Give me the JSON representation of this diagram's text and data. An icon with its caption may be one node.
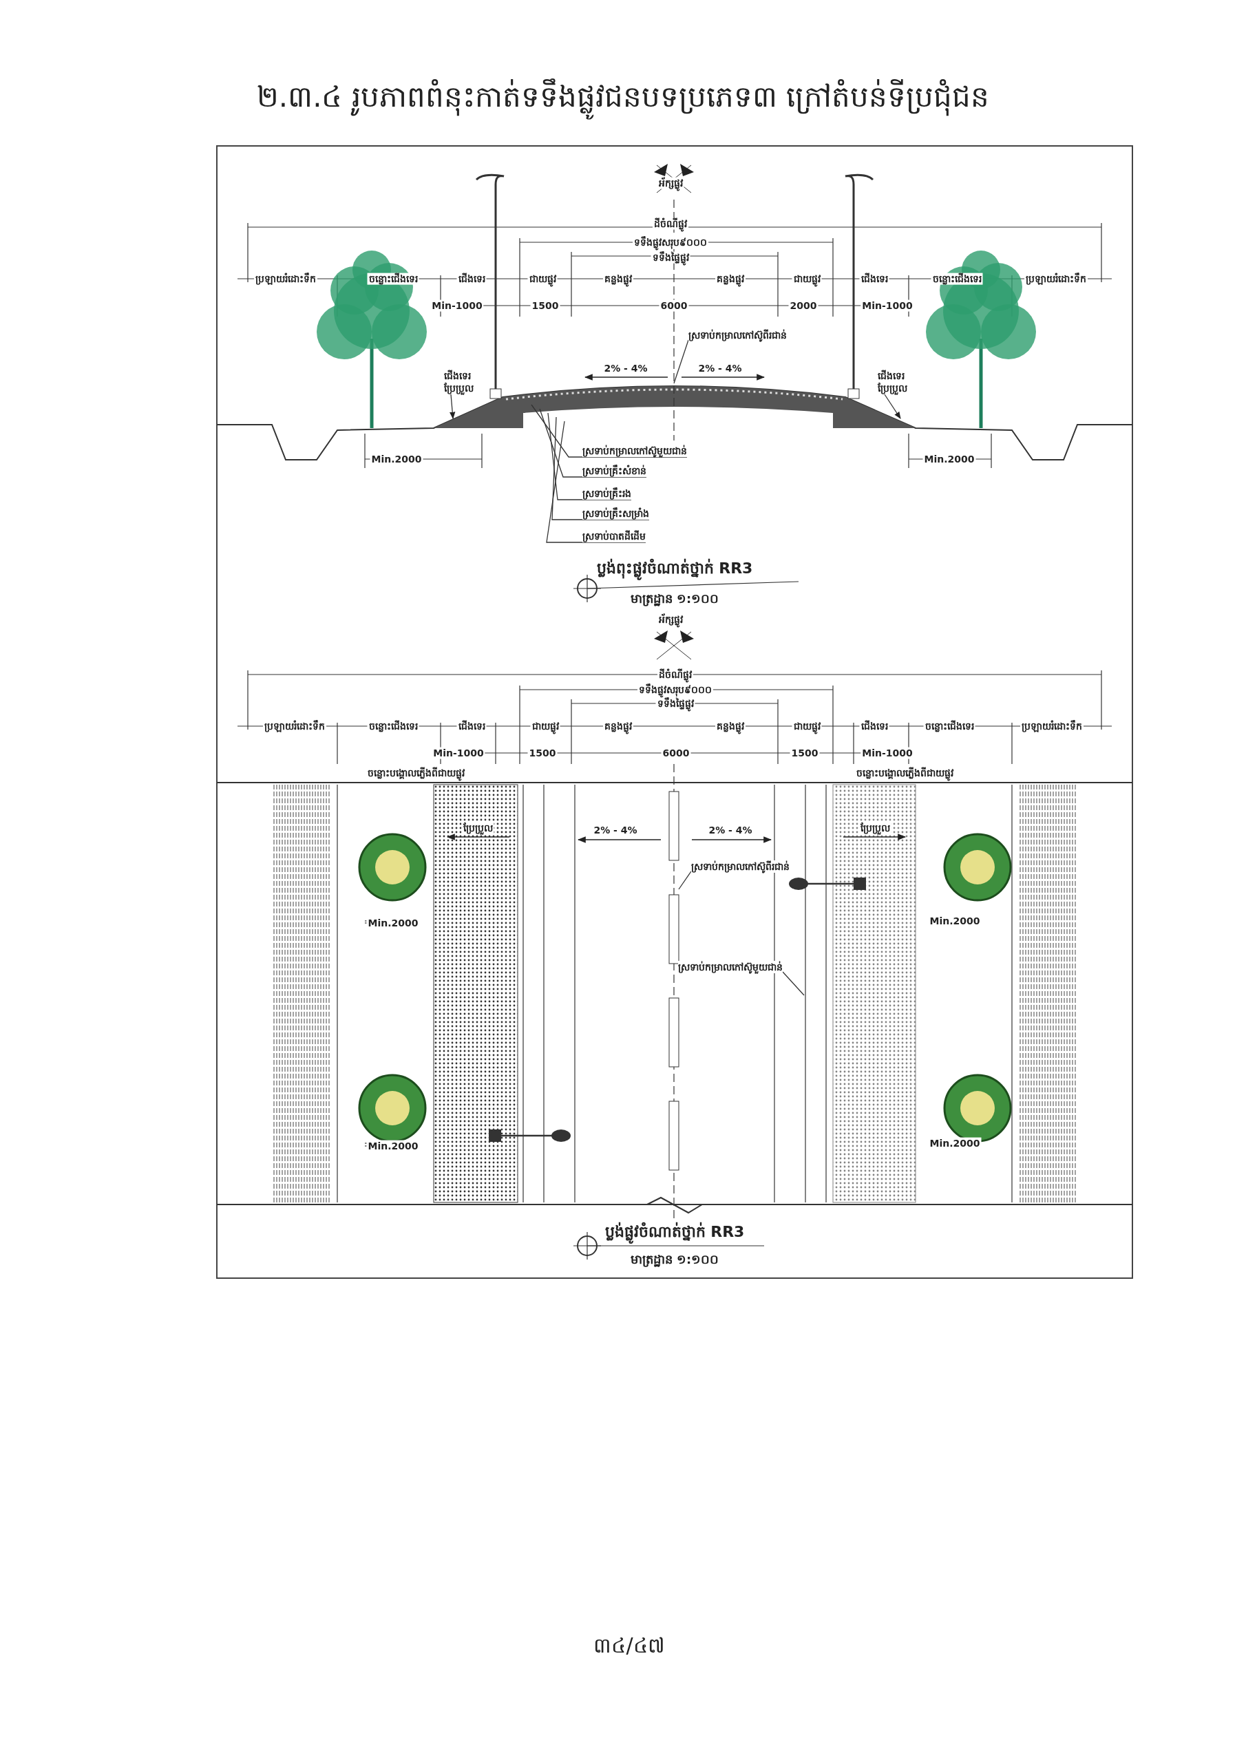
{
  "diagram": {
    "title": "២.៣.៤ រូបភាពពំនុះកាត់ទទឹងផ្លូវជនបទប្រភេទ៣ ក្រៅតំបន់ទីប្រជុំជន",
    "nodes": [
      {
        "text": [
          "ស្រទាប់កម្រាលកៅស៊ូពីរជាន់"
        ]
      },
      {
        "text": [
          "ជើងទេរ ប្រែប្រួល"
        ]
      },
      {
        "text": [
          "ជើងទេរ ប្រែប្រួល"
        ]
      },
      {
        "text": [
          "ស្រទាប់កម្រាលកៅស៊ូមួយជាន់"
        ]
      },
      {
        "text": [
          "ស្រទាប់គ្រឹះសំខាន់"
        ]
      },
      {
        "text": [
          "ស្រទាប់គ្រឹះរង"
        ]
      },
      {
        "text": [
          "ស្រទាប់គ្រឹះសម្រាំង"
        ]
      },
      {
        "text": [
          "ស្រទាប់បាតដីដើម"
        ]
      },
      {
        "text": [
          "ស្រទាប់កម្រាលកៅស៊ូពីរជាន់"
        ]
      },
      {
        "text": [
          "ស្រទាប់កម្រាលកៅស៊ូមួយជាន់"
        ]
      }
    ],
    "edges": [
      {
        "from": 0,
        "to": null,
        "arrow": "none"
      },
      {
        "from": 1,
        "to": null,
        "arrow": "to"
      },
      {
        "from": 2,
        "to": null,
        "arrow": "to"
      },
      {
        "from": 3,
        "to": null,
        "arrow": "none"
      },
      {
        "from": 4,
        "to": null,
        "arrow": "none"
      },
      {
        "from": 5,
        "to": null,
        "arrow": "none"
      },
      {
        "from": 6,
        "to": null,
        "arrow": "none"
      },
      {
        "from": 7,
        "to": null,
        "arrow": "none"
      },
      {
        "from": 8,
        "to": null,
        "arrow": "none"
      },
      {
        "from": 9,
        "to": null,
        "arrow": "none"
      }
    ],
    "labels": [
      "អ័ក្សផ្លូវ",
      "ដីចំណីផ្លូវ",
      "ទទឹងផ្លូវសរុប៩០០០",
      "ទទឹងផ្ទៃផ្លូវ",
      "ប្រឡាយរំដោះទឹក",
      "ចន្លោះជើងទេរ",
      "ជើងទេរ",
      "ជាយផ្លូវ",
      "គន្លងផ្លូវ",
      "គន្លងផ្លូវ",
      "ជាយផ្លូវ",
      "ជើងទេរ",
      "ចន្លោះជើងទេរ",
      "ប្រឡាយរំដោះទឹក",
      "Min-1000",
      "1500",
      "6000",
      "2000",
      "Min-1000",
      "2% - 4%",
      "2% - 4%",
      "Min.2000",
      "Min.2000",
      "ប្លង់ពុះផ្លូវចំណាត់ថ្នាក់ RR3",
      "មាត្រដ្ឋាន ១:១០០",
      "អ័ក្សផ្លូវ",
      "ដីចំណីផ្លូវ",
      "ទទឹងផ្លូវសរុប៩០០០",
      "ទទឹងផ្ទៃផ្លូវ",
      "ប្រឡាយរំដោះទឹក",
      "ចន្លោះជើងទេរ",
      "ជើងទេរ",
      "ជាយផ្លូវ",
      "គន្លងផ្លូវ",
      "គន្លងផ្លូវ",
      "ជាយផ្លូវ",
      "ជើងទេរ",
      "ចន្លោះជើងទេរ",
      "ប្រឡាយរំដោះទឹក",
      "Min-1000",
      "1500",
      "6000",
      "1500",
      "Min-1000",
      "ចន្លោះបង្គោលភ្លើងពីជាយផ្លូវ",
      "ចន្លោះបង្គោលភ្លើងពីជាយផ្លូវ",
      "ប្រែប្រួល",
      "2% - 4%",
      "2% - 4%",
      "ប្រែប្រួល",
      "Min.2000",
      "Min.2000",
      "Min.2000",
      "Min.2000",
      "ប្លង់ផ្លូវចំណាត់ថ្នាក់ RR3",
      "មាត្រដ្ឋាន ១:១០០",
      "៣៤/៤៧"
    ]
  }
}
